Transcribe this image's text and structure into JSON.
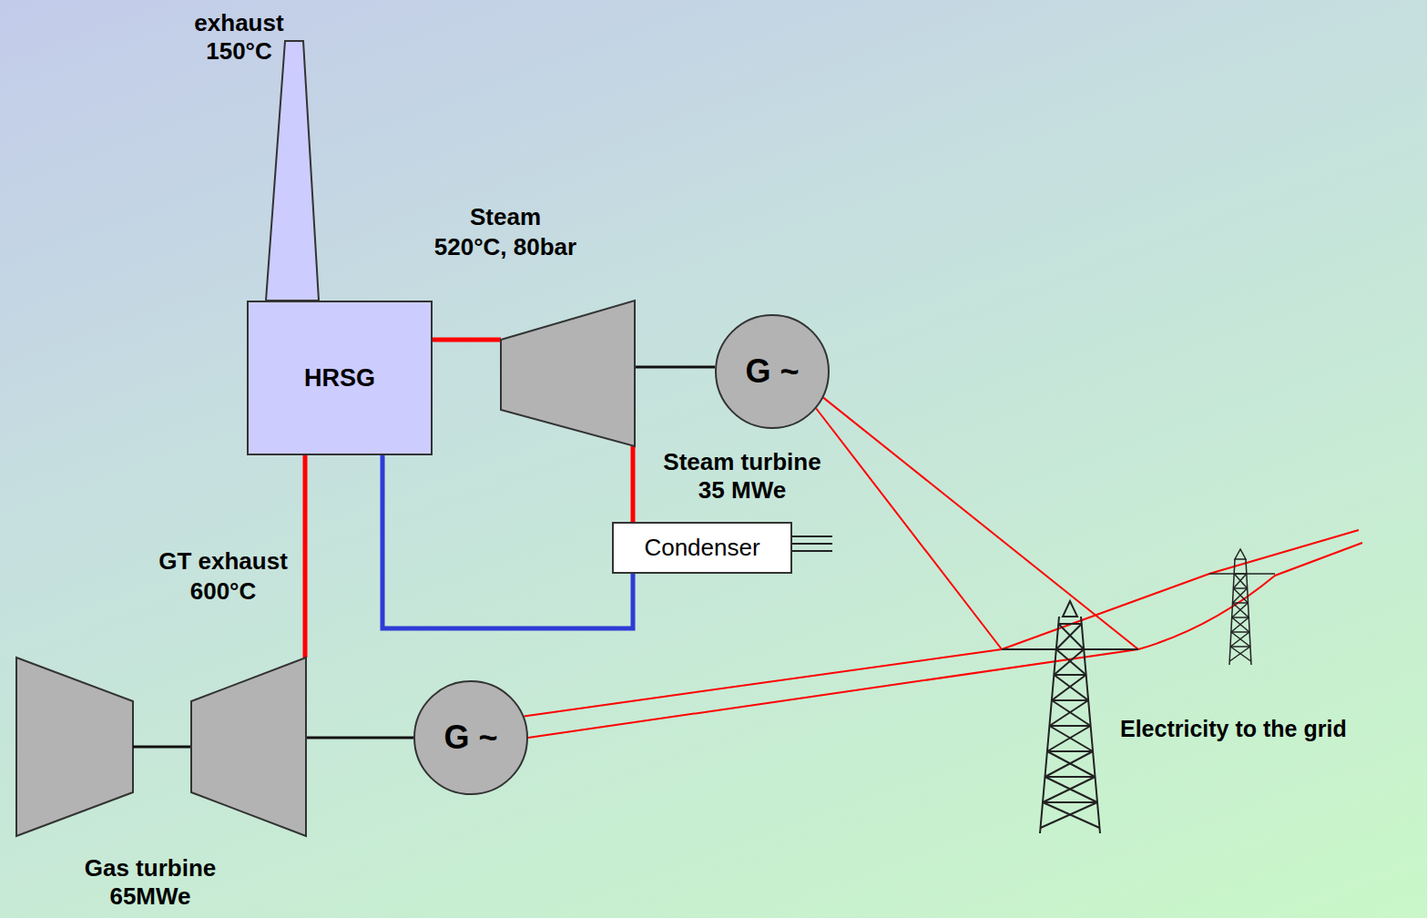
{
  "diagram": {
    "nodes": [
      {
        "text": [
          "exhaust 150°C"
        ]
      },
      {
        "text": [
          "HRSG"
        ]
      },
      {
        "text": [
          "Steam turbine 35 MWe"
        ]
      },
      {
        "text": [
          "G ~"
        ]
      },
      {
        "text": [
          "Condenser"
        ]
      },
      {
        "text": [
          "Gas turbine 65MWe"
        ]
      },
      {
        "text": [
          "G ~"
        ]
      },
      {
        "text": [
          "Electricity to the grid"
        ]
      }
    ],
    "edges": [
      {
        "from": 5,
        "to": 1,
        "arrow": "none",
        "label": "GT exhaust 600°C"
      },
      {
        "from": 1,
        "to": 2,
        "arrow": "none",
        "label": "Steam 520°C, 80bar"
      },
      {
        "from": 2,
        "to": 3,
        "arrow": "none"
      },
      {
        "from": 2,
        "to": 4,
        "arrow": "none"
      },
      {
        "from": 4,
        "to": 1,
        "arrow": "none"
      },
      {
        "from": 5,
        "to": 6,
        "arrow": "none"
      },
      {
        "from": 3,
        "to": 7,
        "arrow": "none"
      },
      {
        "from": 6,
        "to": 7,
        "arrow": "none"
      }
    ]
  }
}
